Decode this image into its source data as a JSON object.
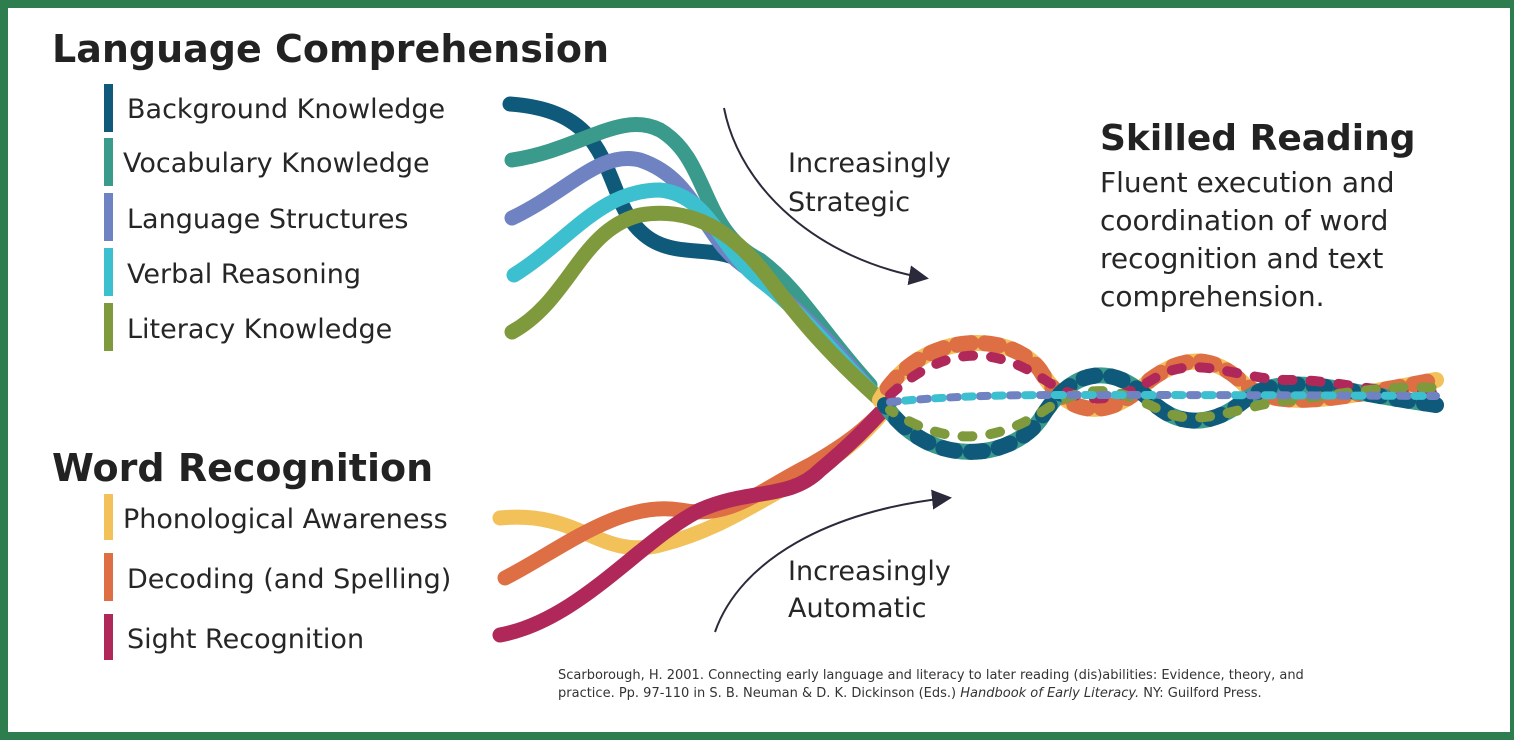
{
  "language_comprehension": {
    "title": "Language Comprehension",
    "items": [
      {
        "label": "Background Knowledge",
        "color": "#0f5a7a"
      },
      {
        "label": "Vocabulary Knowledge",
        "color": "#3a9a8c"
      },
      {
        "label": "Language Structures",
        "color": "#6f82c2"
      },
      {
        "label": "Verbal Reasoning",
        "color": "#3cbfcf"
      },
      {
        "label": "Literacy Knowledge",
        "color": "#7f9a3c"
      }
    ]
  },
  "word_recognition": {
    "title": "Word Recognition",
    "items": [
      {
        "label": "Phonological Awareness",
        "color": "#f2c15a"
      },
      {
        "label": "Decoding (and Spelling)",
        "color": "#de6e44"
      },
      {
        "label": "Sight Recognition",
        "color": "#b0285a"
      }
    ]
  },
  "arrows": {
    "top": [
      "Increasingly",
      "Strategic"
    ],
    "bottom": [
      "Increasingly",
      "Automatic"
    ]
  },
  "skilled_reading": {
    "title": "Skilled Reading",
    "lines": [
      "Fluent execution and",
      "coordination of word",
      "recognition and text",
      "comprehension."
    ]
  },
  "citation": {
    "line1": "Scarborough,  H. 2001.  Connecting early language and literacy to later reading (dis)abilities: Evidence, theory, and",
    "line2_pre": "practice. Pp. 97-110 in S. B. Neuman & D. K. Dickinson (Eds.) ",
    "line2_italic": "Handbook of Early Literacy.",
    "line2_post": " NY: Guilford Press."
  },
  "colors": {
    "frame": "#2e7d4f",
    "text": "#222222"
  }
}
